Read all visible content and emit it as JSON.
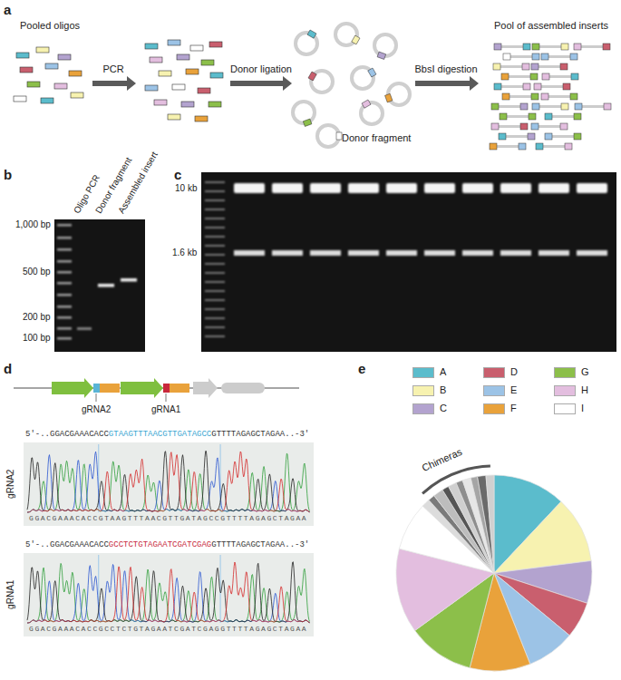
{
  "diagram": {
    "labels": [
      "a",
      "Pooled oligos",
      "PCR",
      "Donor ligation",
      "BbsI digestion",
      "Donor fragment",
      "Pool of assembled inserts",
      "b",
      "Oligo PCR",
      "Donor fragment",
      "Assembled insert",
      "1,000 bp",
      "500 bp",
      "200 bp",
      "100 bp",
      "c",
      "10 kb",
      "1.6 kb",
      "d",
      "gRNA2",
      "gRNA1",
      "5'-..GGACGAAACACC",
      "GTAAGTTTAACGTTGATAGCC",
      "GTTTTAGAGCTAGAA..-3'",
      "gRNA2",
      "GGACGAAACACCGTAAGTTTAACGTTGATAGCCGTTTTAGAGCTAGAA",
      "5'-..GGACGAAACACC",
      "GCCTCTGTAGAATCGATCGAG",
      "GTTTTAGAGCTAGAA..-3'",
      "gRNA1",
      "GGACGAAACACCGCCTCTGTAGAATCGATCGAGGTTTTAGAGCTAGAA",
      "e",
      "Chimeras"
    ],
    "legend": [
      {
        "text": "A",
        "color": "#5bbccc"
      },
      {
        "text": "B",
        "color": "#f7f2b0"
      },
      {
        "text": "C",
        "color": "#b3a3cf"
      },
      {
        "text": "D",
        "color": "#c95f6e"
      },
      {
        "text": "E",
        "color": "#9cc3e6"
      },
      {
        "text": "F",
        "color": "#e9a23b"
      },
      {
        "text": "G",
        "color": "#8cbf4a"
      },
      {
        "text": "H",
        "color": "#e3bedf"
      },
      {
        "text": "I",
        "color": "#ffffff"
      }
    ]
  }
}
